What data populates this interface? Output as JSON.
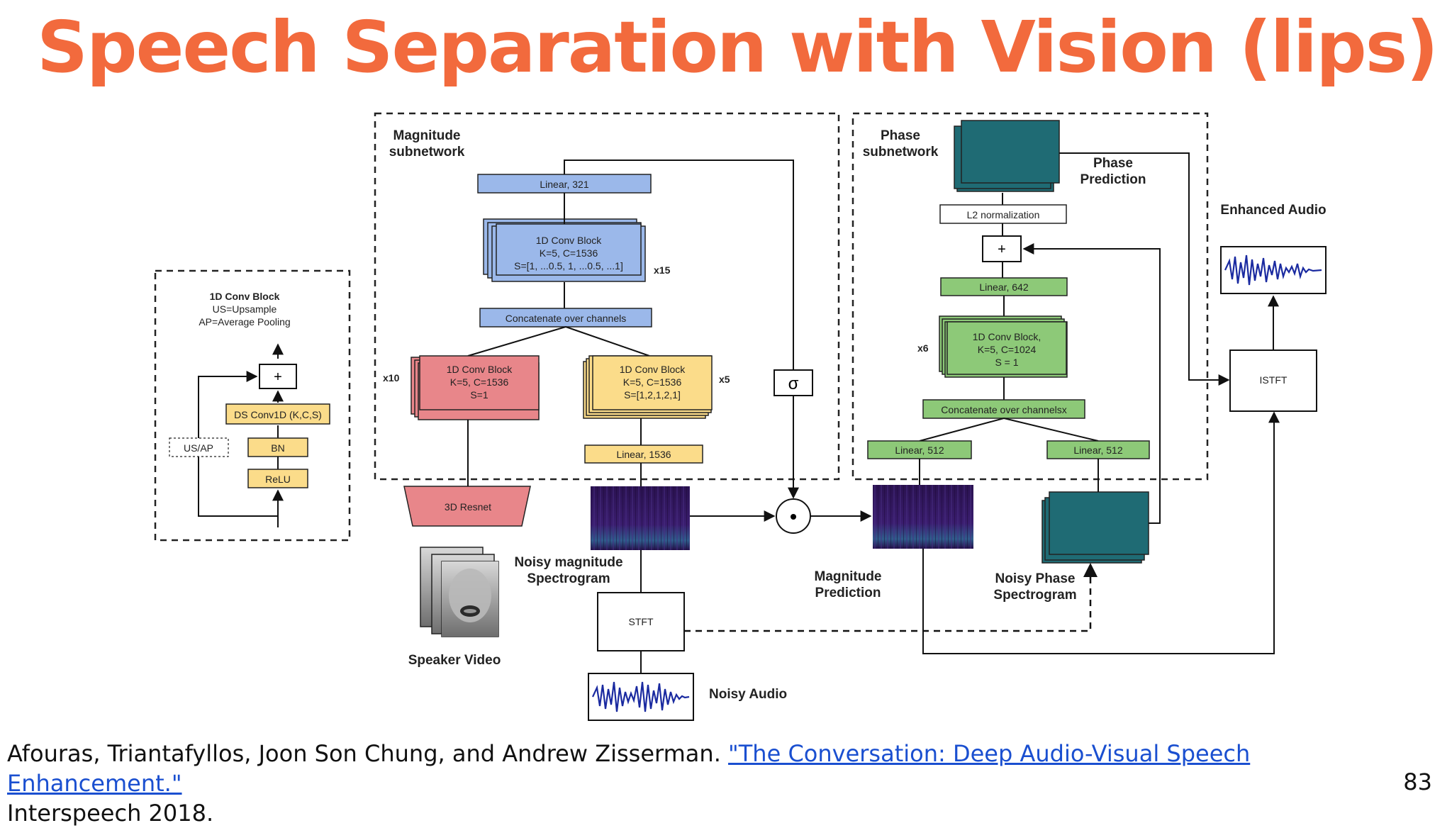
{
  "slide": {
    "title": "Speech Separation with Vision (lips)",
    "page_number": "83"
  },
  "citation": {
    "authors": "Afouras, Triantafyllos, Joon Son Chung, and Andrew Zisserman.",
    "paper_link": "\"The Conversation: Deep Audio-Visual Speech Enhancement.\"",
    "venue": "Interspeech 2018."
  },
  "diagram": {
    "legend": {
      "title": "1D Conv Block",
      "us": "US=Upsample",
      "ap": "AP=Average Pooling",
      "plus": "+",
      "ds_conv": "DS Conv1D (K,C,S)",
      "bn": "BN",
      "relu": "ReLU",
      "usap": "US/AP"
    },
    "magnitude": {
      "label_1": "Magnitude",
      "label_2": "subnetwork",
      "linear_321": "Linear, 321",
      "conv15_1": "1D Conv Block",
      "conv15_2": "K=5, C=1536",
      "conv15_3": "S=[1, ...0.5, 1, ...0.5, ...1]",
      "x15": "x15",
      "concat": "Concatenate over channels",
      "x10": "x10",
      "red_1": "1D Conv Block",
      "red_2": "K=5, C=1536",
      "red_3": "S=1",
      "yellow_1": "1D Conv Block",
      "yellow_2": "K=5, C=1536",
      "yellow_3": "S=[1,2,1,2,1]",
      "x5": "x5",
      "sigma": "σ",
      "linear_1536": "Linear, 1536"
    },
    "phase": {
      "label_1": "Phase",
      "label_2": "subnetwork",
      "pred_1": "Phase",
      "pred_2": "Prediction",
      "l2": "L2 normalization",
      "plus": "+",
      "linear_642": "Linear, 642",
      "x6": "x6",
      "conv_1": "1D Conv Block,",
      "conv_2": "K=5, C=1024",
      "conv_3": "S = 1",
      "concat": "Concatenate over channelsx",
      "linear_512_a": "Linear, 512",
      "linear_512_b": "Linear, 512"
    },
    "bottom": {
      "resnet": "3D  Resnet",
      "speaker_video": "Speaker Video",
      "noisy_mag_1": "Noisy  magnitude",
      "noisy_mag_2": "Spectrogram",
      "stft": "STFT",
      "noisy_audio": "Noisy Audio",
      "odot": "•",
      "mag_pred_1": "Magnitude",
      "mag_pred_2": "Prediction",
      "noisy_phase_1": "Noisy  Phase",
      "noisy_phase_2": "Spectrogram"
    },
    "output": {
      "enhanced_audio": "Enhanced Audio",
      "istft": "ISTFT"
    },
    "colors": {
      "blue": "#9bb8ea",
      "red": "#e8868a",
      "yellow": "#fbdc8a",
      "green": "#8dc978",
      "teal": "#1f6b74",
      "spectrogram": "#2a1250",
      "waveform": "#1a2aa0"
    }
  }
}
